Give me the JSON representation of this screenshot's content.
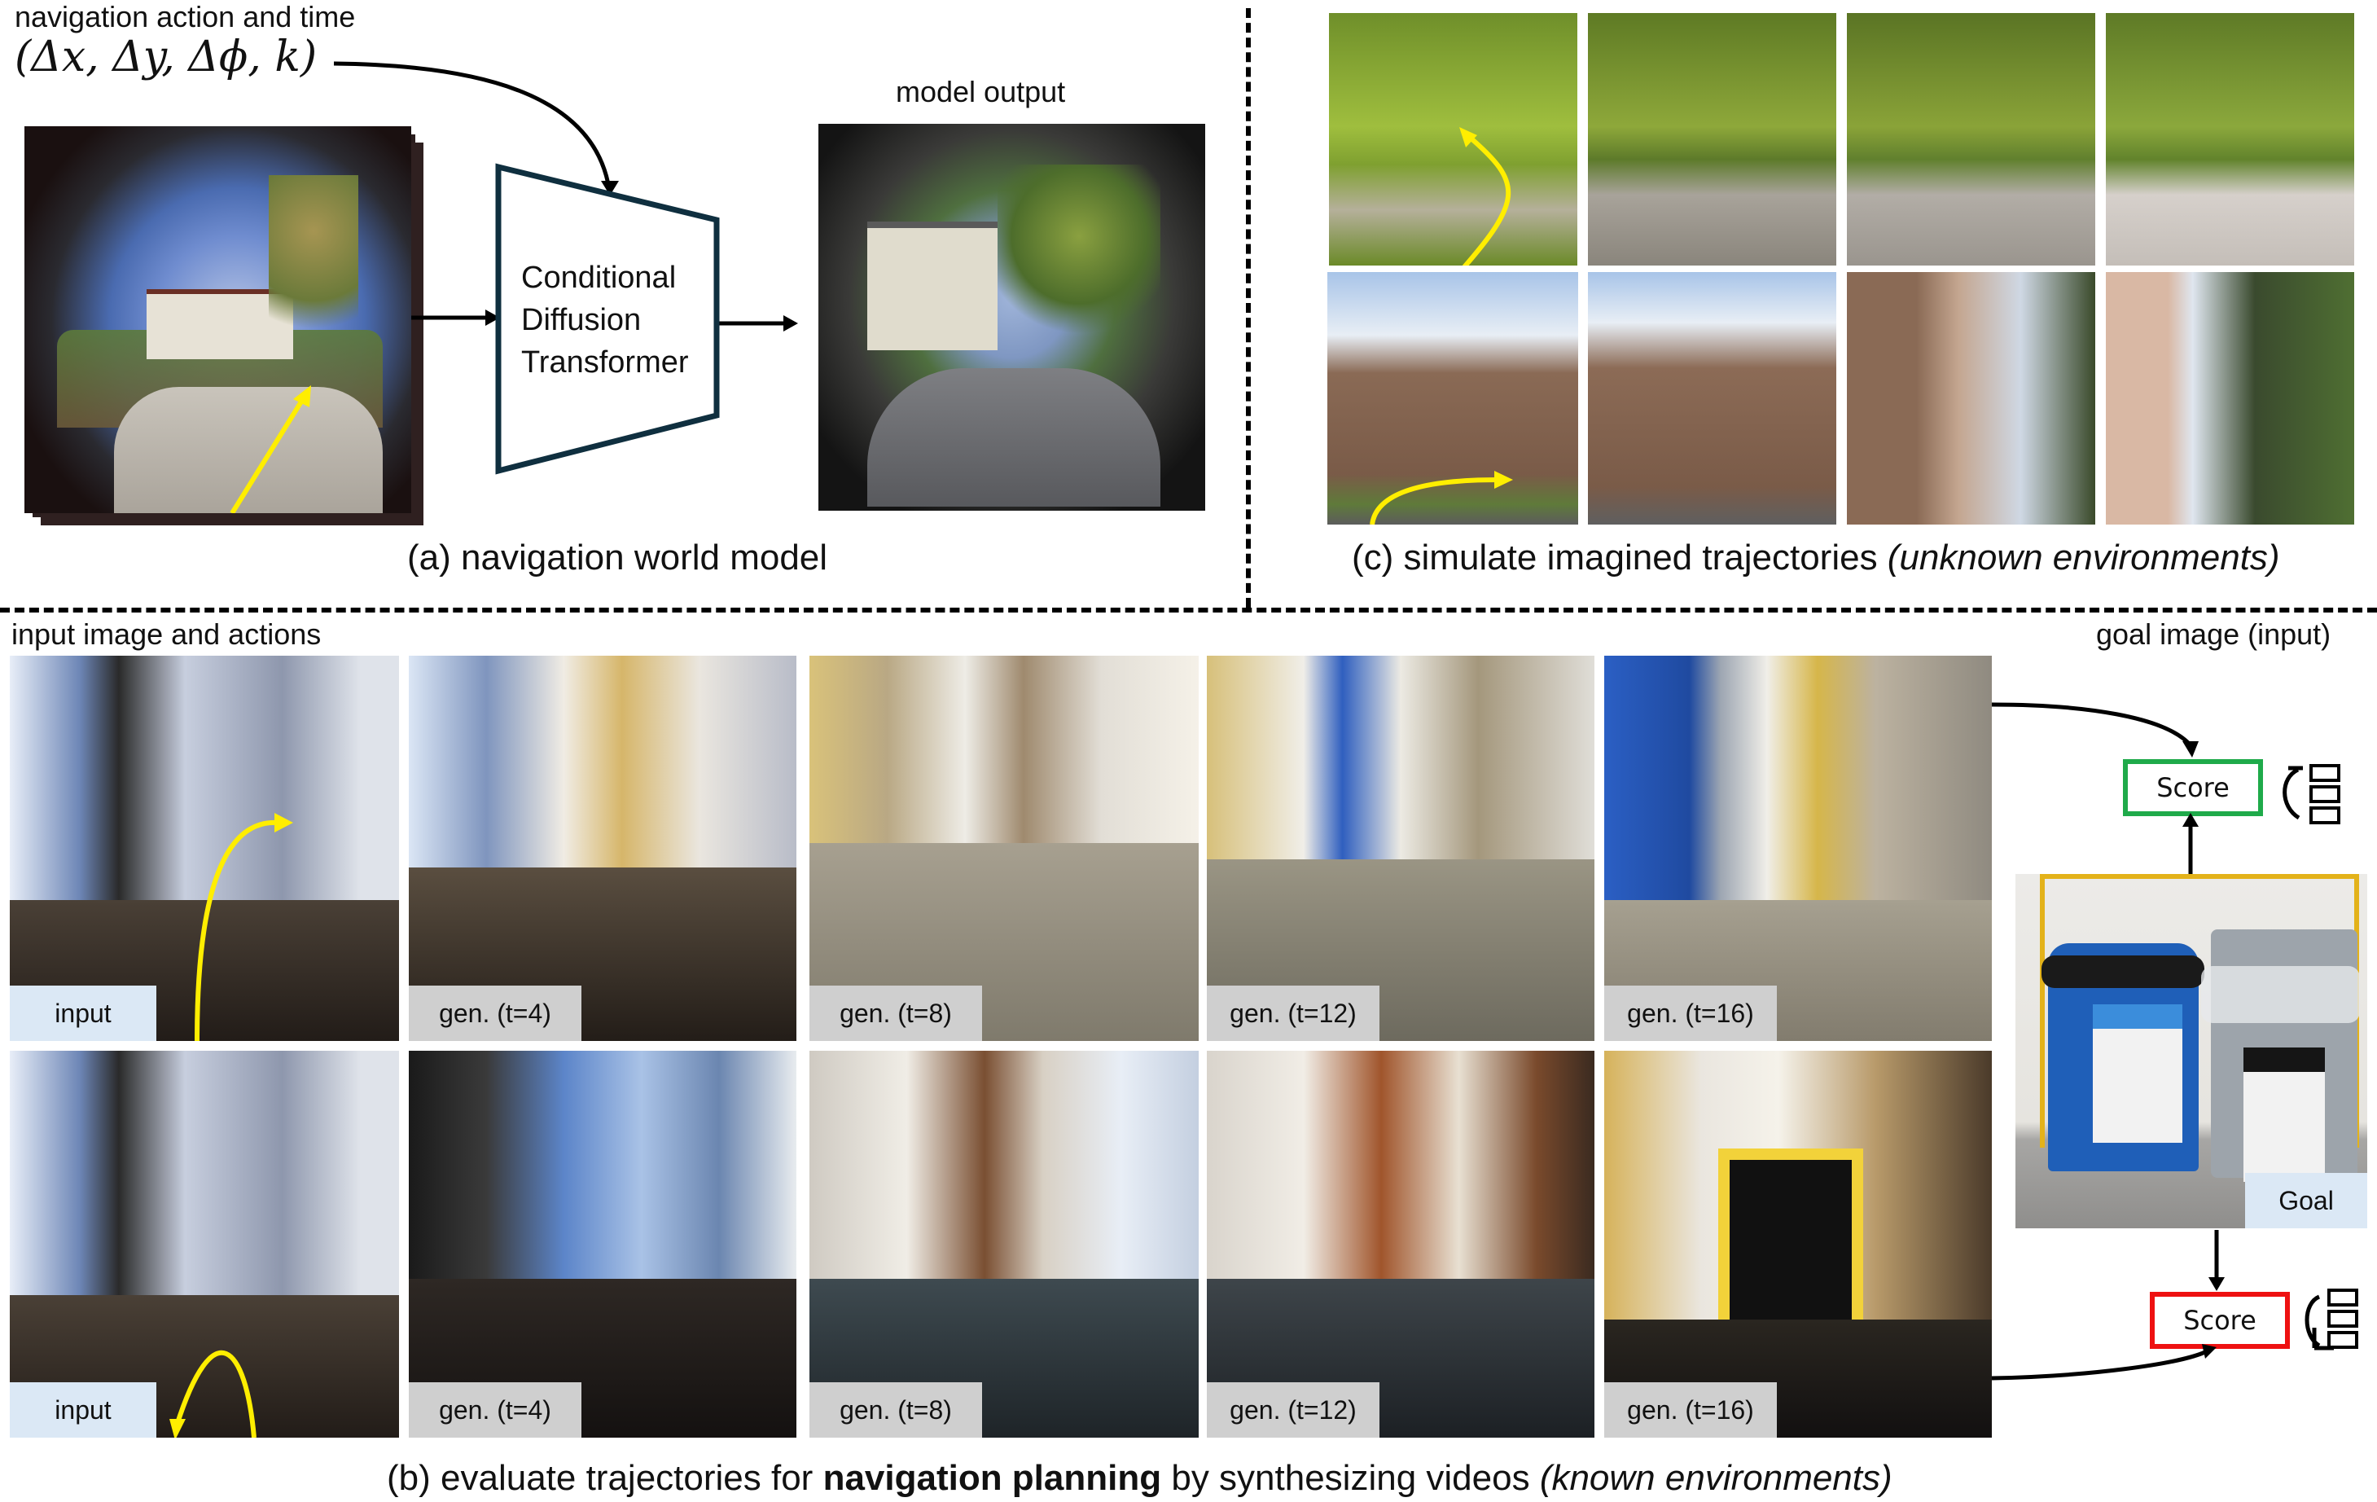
{
  "panel_a": {
    "action_label": "navigation action and time",
    "action_tuple": "(Δx, Δy, Δϕ, k)",
    "model_block": [
      "Conditional",
      "Diffusion",
      "Transformer"
    ],
    "output_label": "model output",
    "caption": "(a) navigation world model",
    "input_image": "outdoor sidewalk fisheye frame (stacked context frames) with yellow trajectory arrow",
    "output_image": "generated fisheye frame of house and trees",
    "colors": {
      "block_border": "#0f2f3f",
      "trajectory": "#ffee00"
    }
  },
  "panel_c": {
    "caption_main": "(c) simulate imagined trajectories ",
    "caption_italic": "(unknown environments)",
    "rows": [
      {
        "name": "forest-path",
        "frames": [
          "input frame with curved yellow arrow",
          "generated frame 1",
          "generated frame 2",
          "generated frame 3"
        ]
      },
      {
        "name": "gothic-building",
        "frames": [
          "input frame with curved yellow arrow",
          "generated frame 1",
          "generated frame 2",
          "generated frame 3"
        ]
      }
    ]
  },
  "panel_b": {
    "left_header": "input image and actions",
    "right_header": "goal image (input)",
    "rows": [
      {
        "name": "trajectory-good",
        "labels": [
          "input",
          "gen. (t=4)",
          "gen. (t=8)",
          "gen. (t=12)",
          "gen. (t=16)"
        ],
        "score_label": "Score",
        "score_color": "#1faa4a"
      },
      {
        "name": "trajectory-bad",
        "labels": [
          "input",
          "gen. (t=4)",
          "gen. (t=8)",
          "gen. (t=12)",
          "gen. (t=16)"
        ],
        "score_label": "Score",
        "score_color": "#ee1111"
      }
    ],
    "goal_label": "Goal",
    "goal_image": "blue recycling bin (CANS/BOTTLES) and gray landfill bin (LANDFILL)",
    "caption_pre": "(b) evaluate trajectories  for ",
    "caption_bold": "navigation planning",
    "caption_mid": " by synthesizing videos ",
    "caption_italic": "(known environments)"
  }
}
